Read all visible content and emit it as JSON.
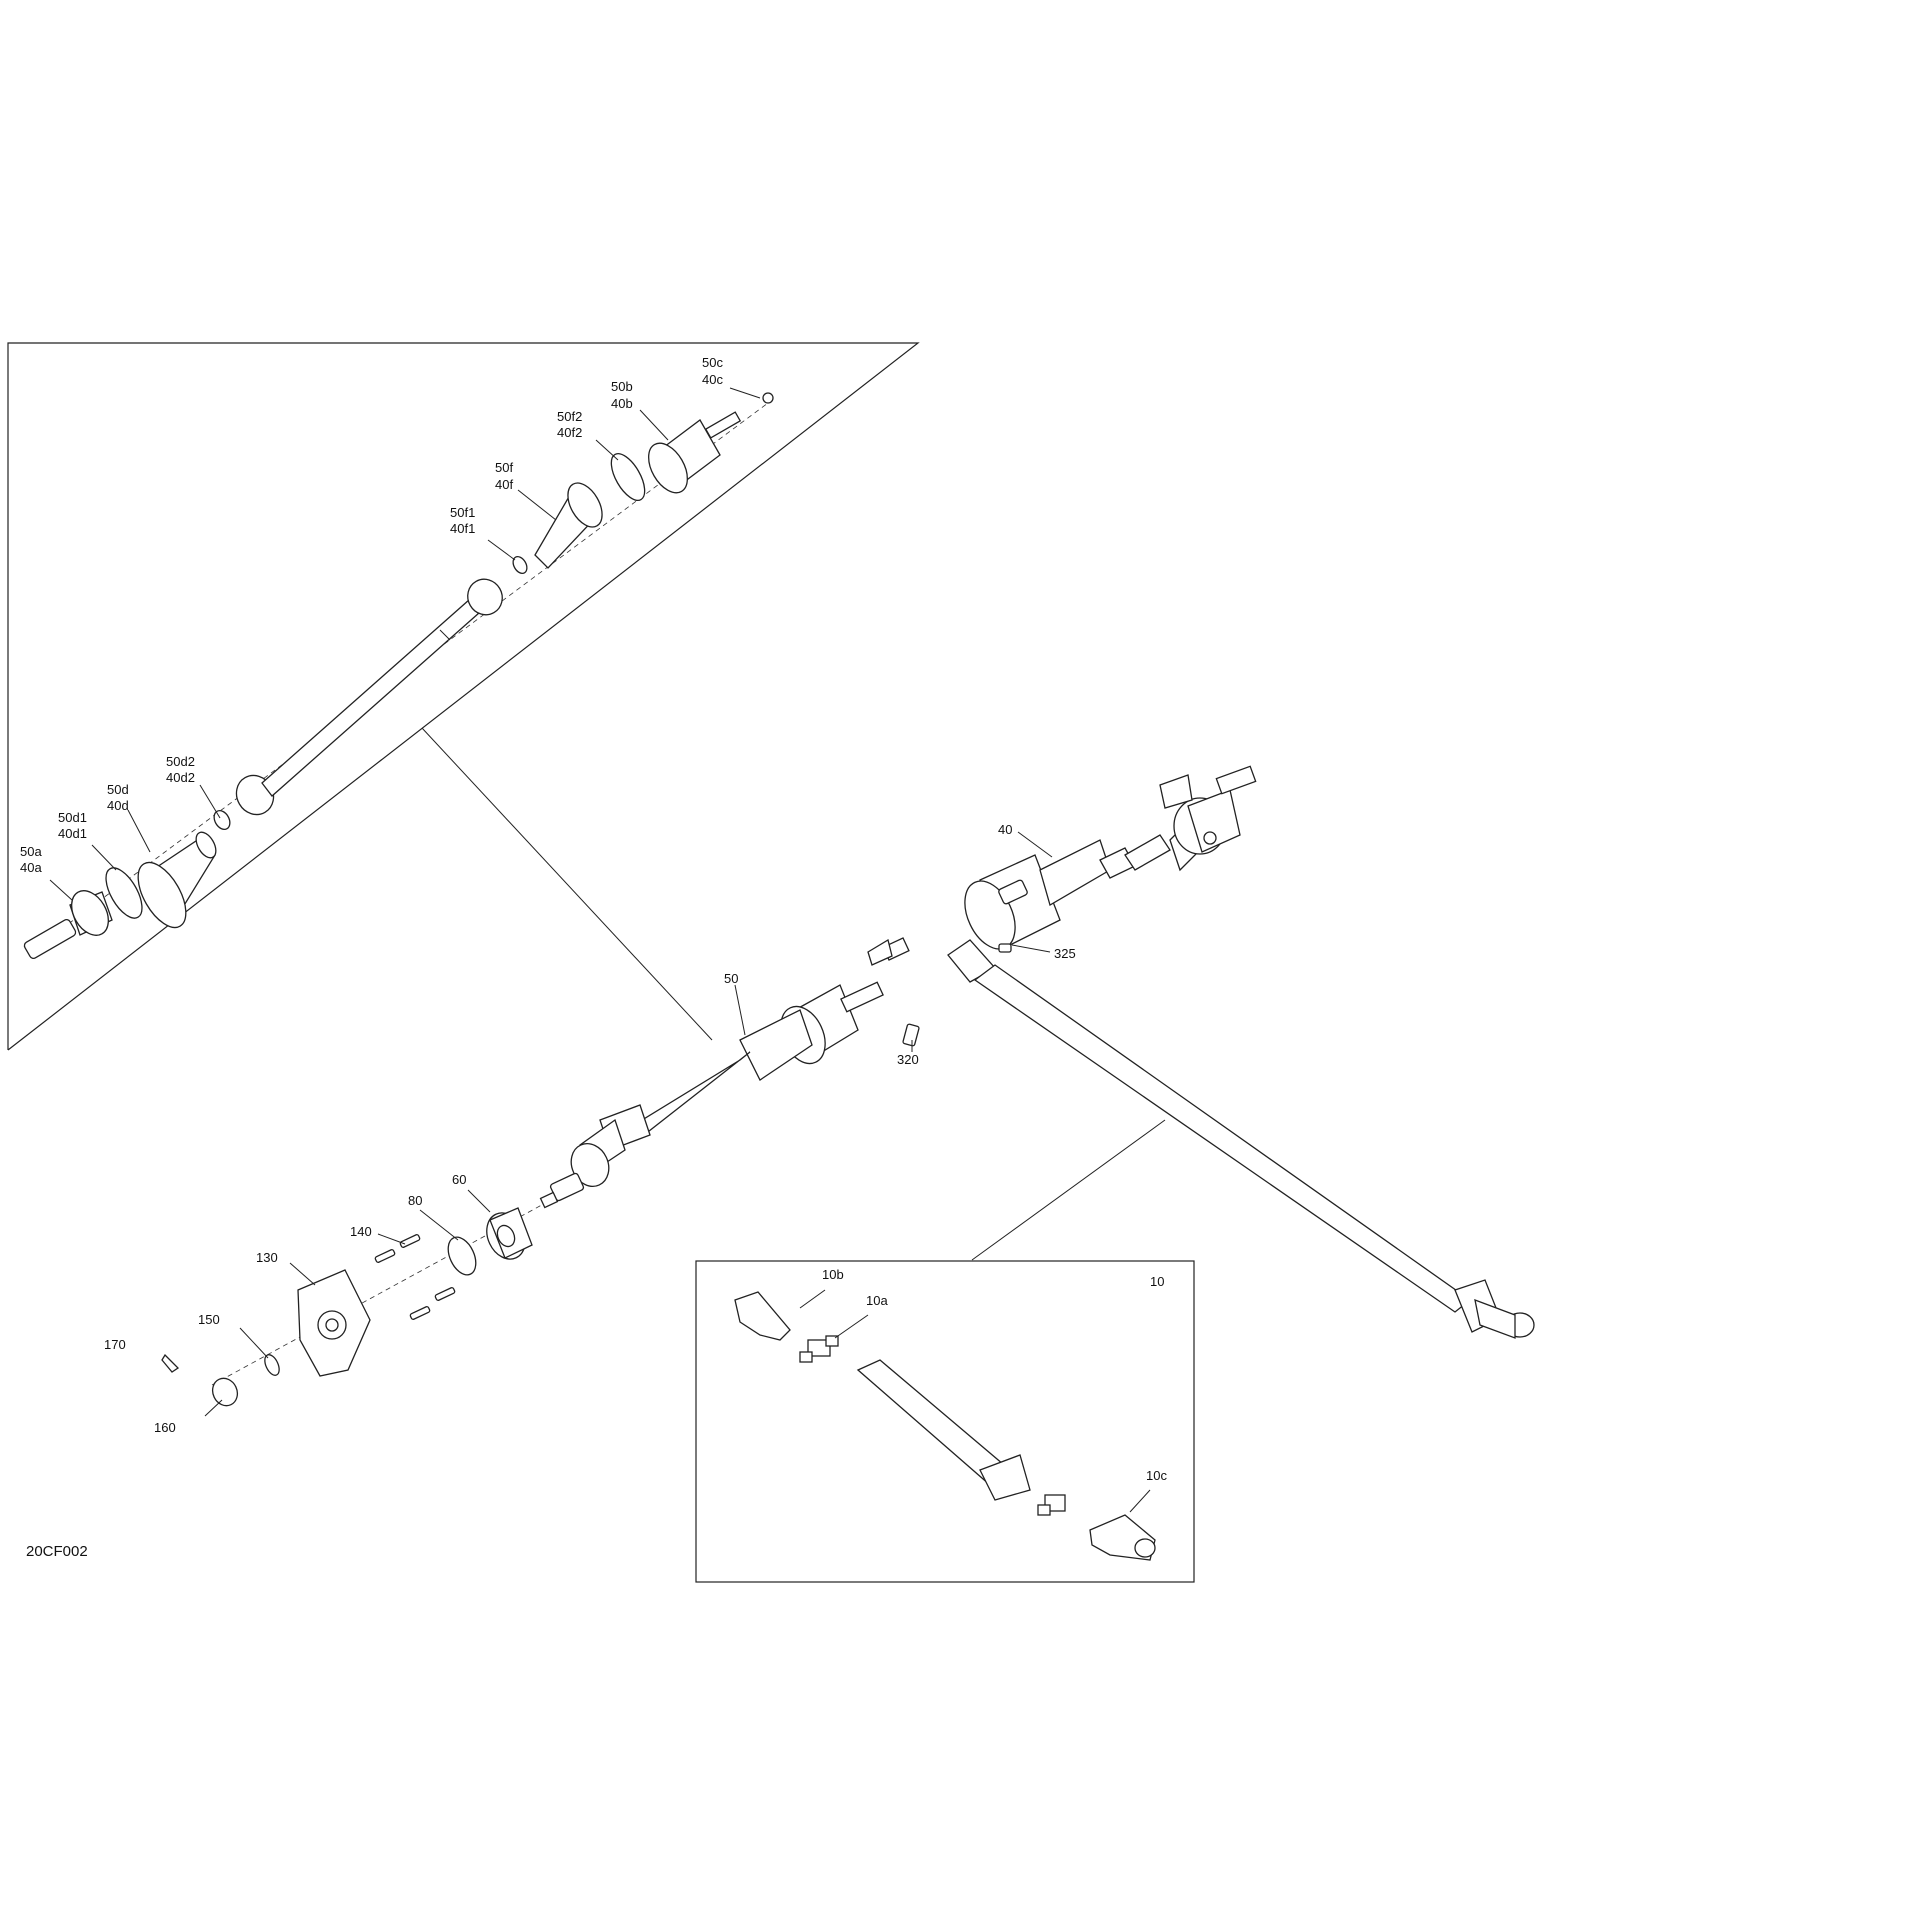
{
  "diagram_id": "20CF002",
  "labels": {
    "c50c": "50c",
    "c40c": "40c",
    "c50b": "50b",
    "c40b": "40b",
    "c50f2": "50f2",
    "c40f2": "40f2",
    "c50f": "50f",
    "c40f": "40f",
    "c50f1": "50f1",
    "c40f1": "40f1",
    "c50d2": "50d2",
    "c40d2": "40d2",
    "c50d": "50d",
    "c40d": "40d",
    "c50d1": "50d1",
    "c40d1": "40d1",
    "c50a": "50a",
    "c40a": "40a",
    "c40": "40",
    "c50": "50",
    "c325": "325",
    "c320": "320",
    "c60": "60",
    "c80": "80",
    "c140": "140",
    "c130": "130",
    "c150": "150",
    "c170": "170",
    "c160": "160",
    "c10": "10",
    "c10a": "10a",
    "c10b": "10b",
    "c10c": "10c"
  }
}
